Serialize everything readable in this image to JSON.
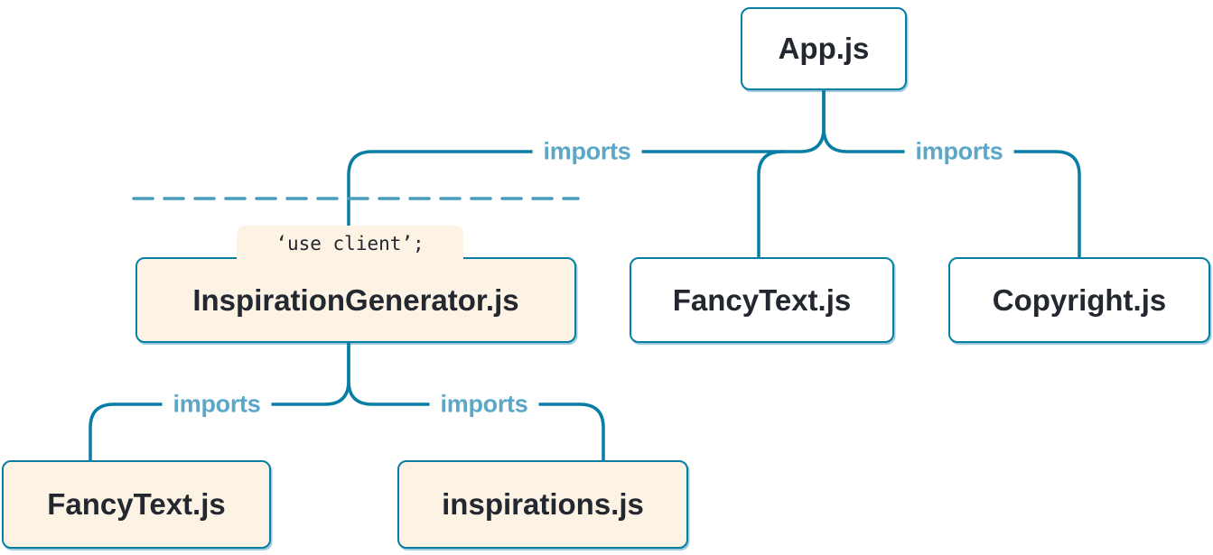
{
  "diagram": {
    "nodes": {
      "app": {
        "label": "App.js",
        "type": "server"
      },
      "inspiration_generator": {
        "label": "InspirationGenerator.js",
        "directive": "‘use client’;",
        "type": "client"
      },
      "fancytext_top": {
        "label": "FancyText.js",
        "type": "server"
      },
      "copyright": {
        "label": "Copyright.js",
        "type": "server"
      },
      "fancytext_bottom": {
        "label": "FancyText.js",
        "type": "client"
      },
      "inspirations": {
        "label": "inspirations.js",
        "type": "client"
      }
    },
    "edges": [
      {
        "from": "App.js",
        "to": "InspirationGenerator.js",
        "label": "imports"
      },
      {
        "from": "App.js",
        "to": "FancyText.js",
        "label": ""
      },
      {
        "from": "App.js",
        "to": "Copyright.js",
        "label": "imports"
      },
      {
        "from": "InspirationGenerator.js",
        "to": "FancyText.js",
        "label": "imports"
      },
      {
        "from": "InspirationGenerator.js",
        "to": "inspirations.js",
        "label": "imports"
      }
    ],
    "colors": {
      "connector": "#087EA4",
      "edge_label": "#5CA7C8",
      "node_border": "#087EA4",
      "node_text": "#23272F",
      "client_node_bg": "#FCF3E4",
      "server_node_bg": "#FFFFFF",
      "boundary_dash": "#4A9CBE"
    }
  }
}
